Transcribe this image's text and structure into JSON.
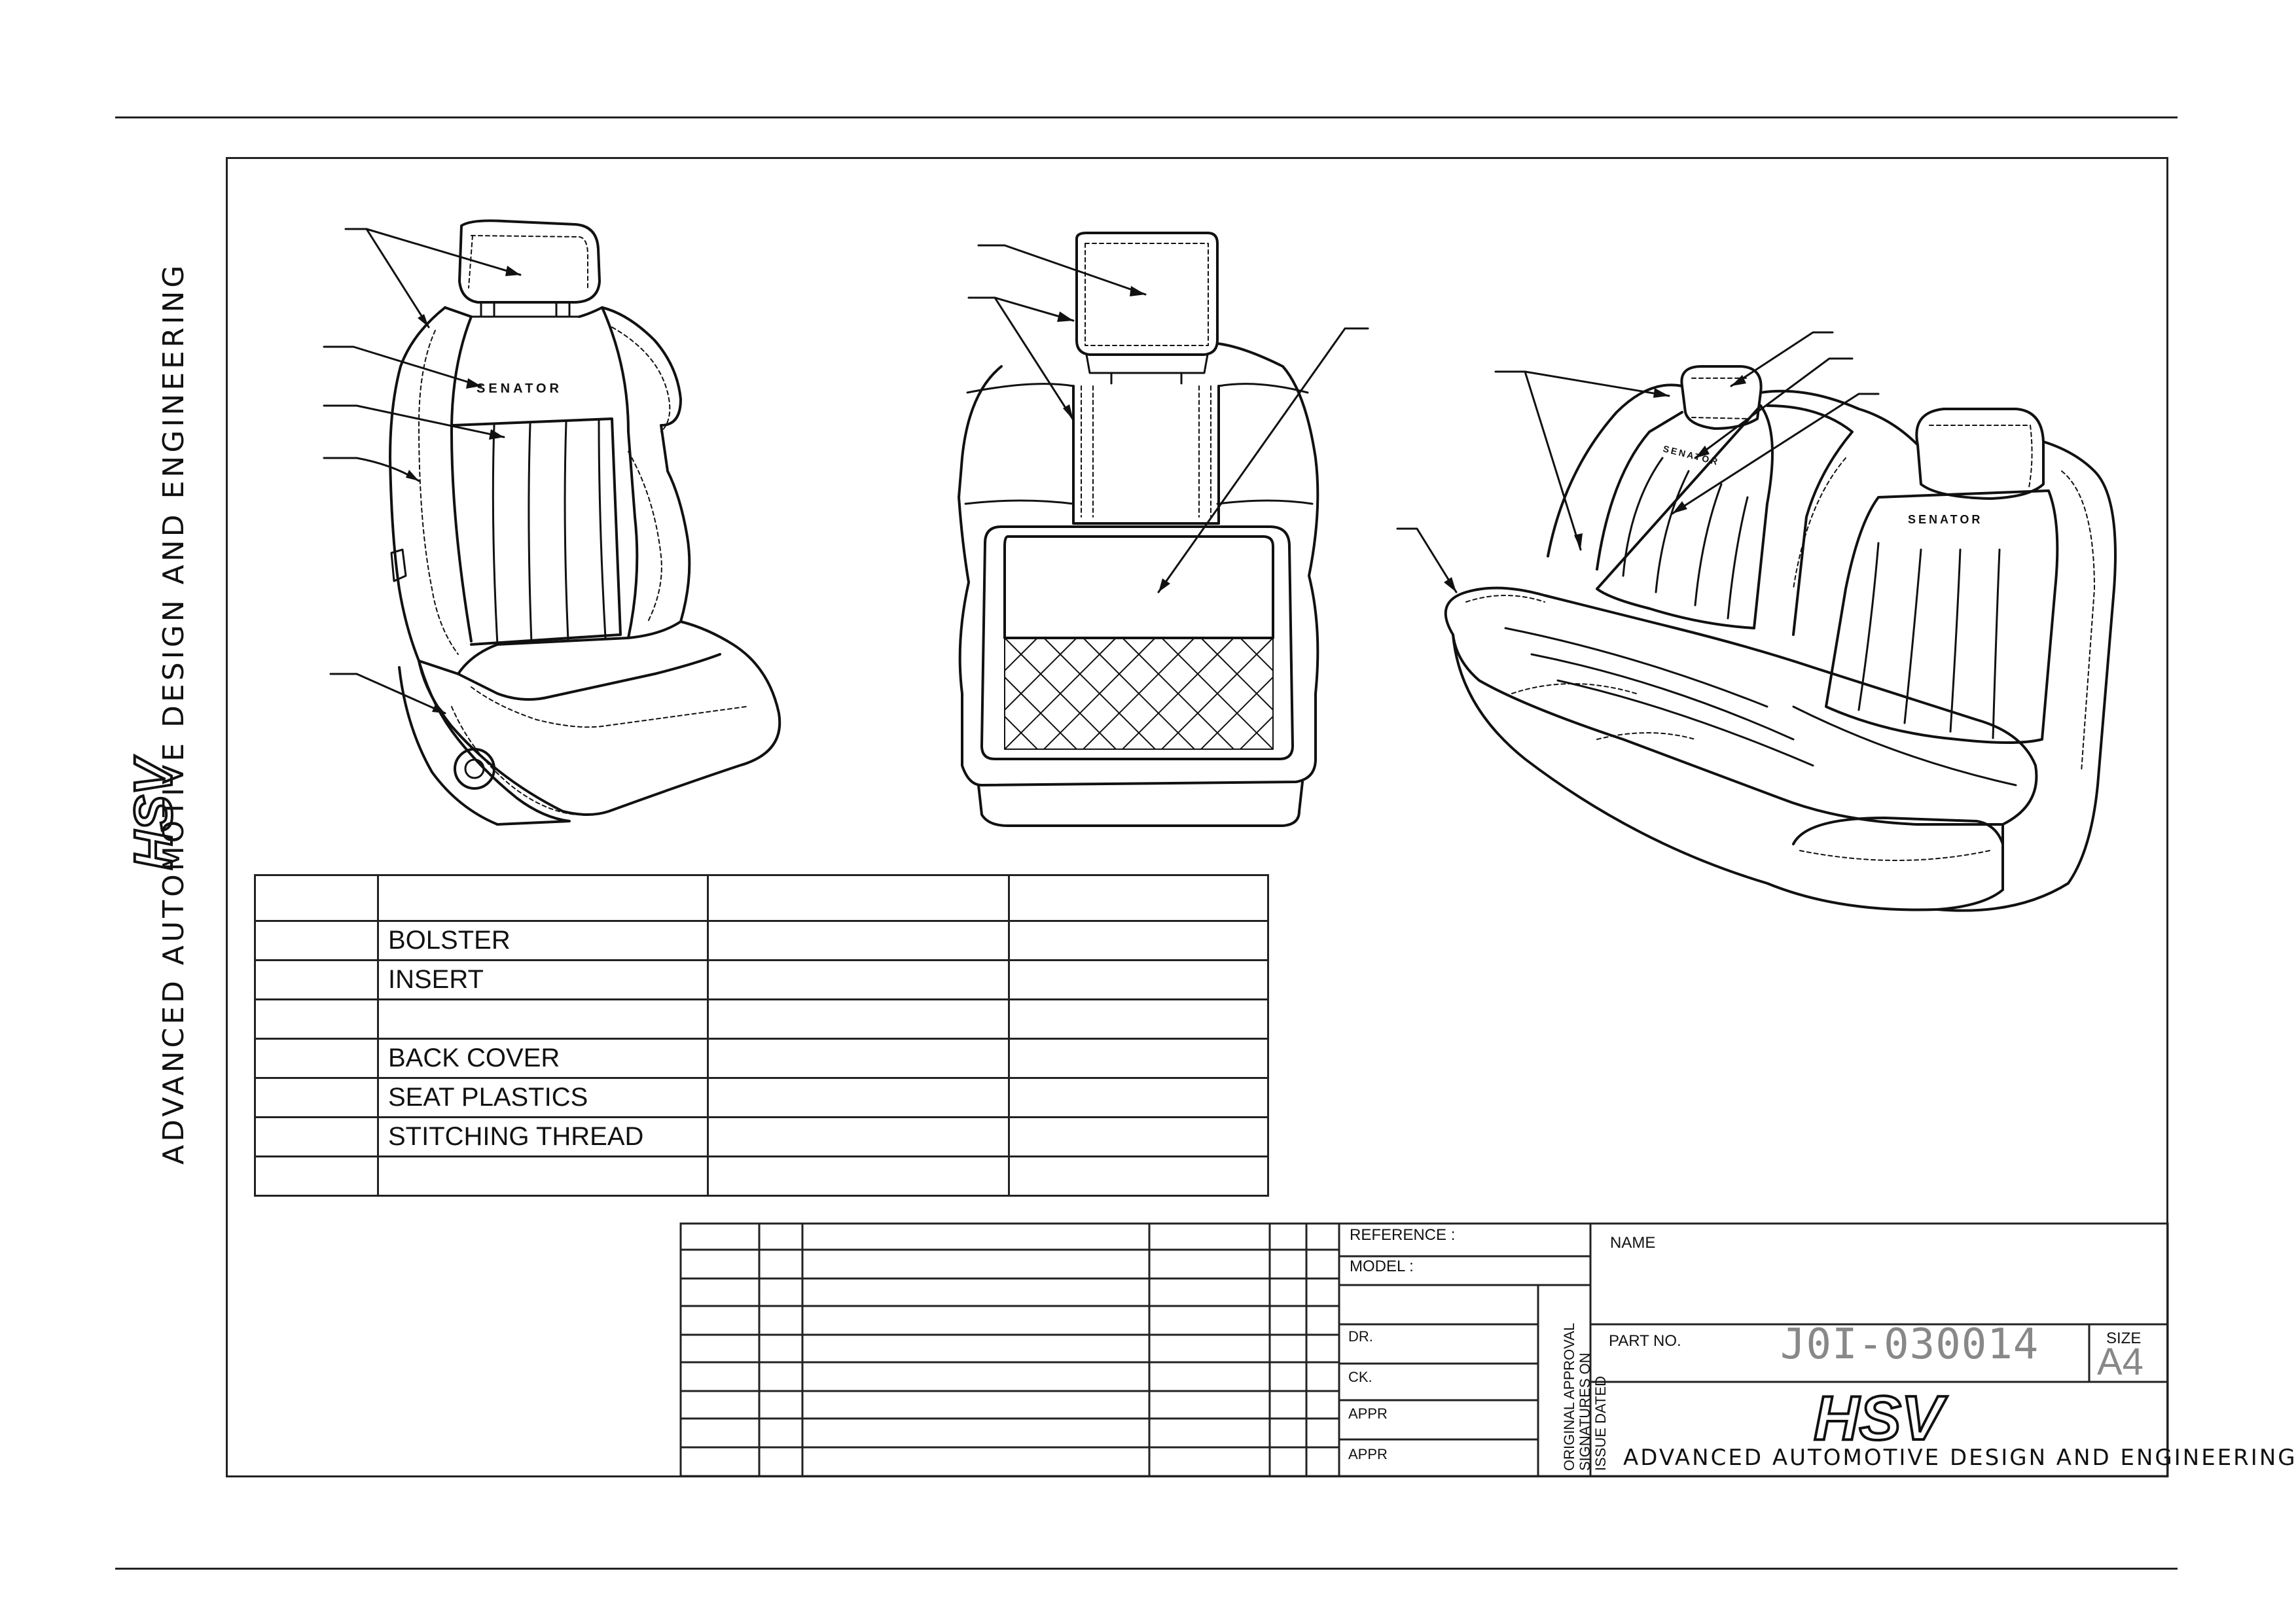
{
  "brand": {
    "logo_text": "HSV",
    "tagline": "ADVANCED AUTOMOTIVE DESIGN AND ENGINEERING"
  },
  "seat_badge": "SENATOR",
  "parts_table": {
    "rows": [
      {
        "item": ""
      },
      {
        "item": "BOLSTER"
      },
      {
        "item": "INSERT"
      },
      {
        "item": ""
      },
      {
        "item": "BACK COVER"
      },
      {
        "item": "SEAT PLASTICS"
      },
      {
        "item": "STITCHING THREAD"
      },
      {
        "item": ""
      }
    ]
  },
  "title_block": {
    "reference_label": "REFERENCE :",
    "model_label": "MODEL :",
    "name_label": "NAME",
    "dr_label": "DR.",
    "ck_label": "CK.",
    "appr_label_1": "APPR",
    "appr_label_2": "APPR",
    "approval_note_1": "ORIGINAL APPROVAL",
    "approval_note_2": "SIGNATURES ON",
    "approval_note_3": "ISSUE DATED",
    "part_no_label": "PART NO.",
    "part_no_value": "J0I-030014",
    "size_label": "SIZE",
    "size_value": "A4",
    "tagline": "ADVANCED AUTOMOTIVE DESIGN AND ENGINEERING"
  }
}
